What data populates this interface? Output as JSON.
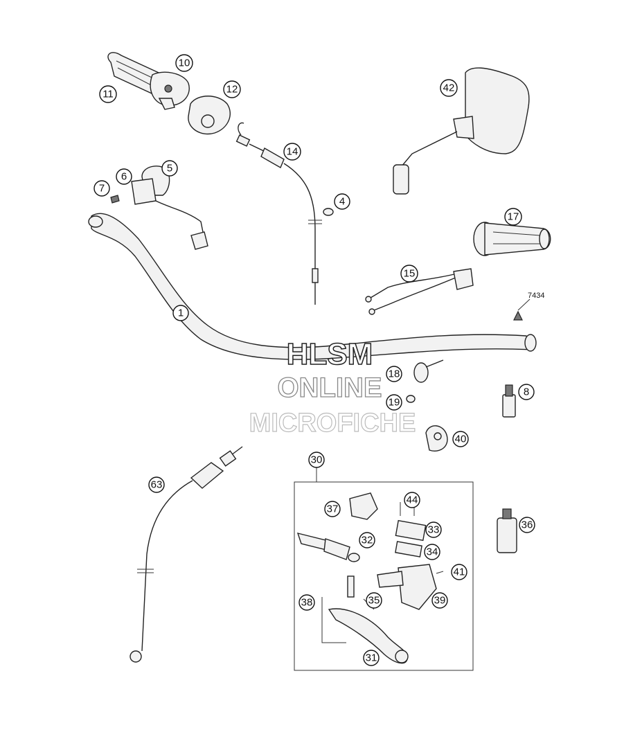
{
  "diagram": {
    "reference_code": "7434",
    "callouts": [
      {
        "id": "c1",
        "label": "1"
      },
      {
        "id": "c4",
        "label": "4"
      },
      {
        "id": "c5",
        "label": "5"
      },
      {
        "id": "c6",
        "label": "6"
      },
      {
        "id": "c7",
        "label": "7"
      },
      {
        "id": "c8",
        "label": "8"
      },
      {
        "id": "c10",
        "label": "10"
      },
      {
        "id": "c11",
        "label": "11"
      },
      {
        "id": "c12",
        "label": "12"
      },
      {
        "id": "c14",
        "label": "14"
      },
      {
        "id": "c15",
        "label": "15"
      },
      {
        "id": "c17",
        "label": "17"
      },
      {
        "id": "c18",
        "label": "18"
      },
      {
        "id": "c19",
        "label": "19"
      },
      {
        "id": "c30",
        "label": "30"
      },
      {
        "id": "c31",
        "label": "31"
      },
      {
        "id": "c32",
        "label": "32"
      },
      {
        "id": "c33",
        "label": "33"
      },
      {
        "id": "c34",
        "label": "34"
      },
      {
        "id": "c35",
        "label": "35"
      },
      {
        "id": "c36",
        "label": "36"
      },
      {
        "id": "c37",
        "label": "37"
      },
      {
        "id": "c38",
        "label": "38"
      },
      {
        "id": "c39",
        "label": "39"
      },
      {
        "id": "c40",
        "label": "40"
      },
      {
        "id": "c41",
        "label": "41"
      },
      {
        "id": "c42",
        "label": "42"
      },
      {
        "id": "c44",
        "label": "44"
      },
      {
        "id": "c63",
        "label": "63"
      }
    ]
  },
  "watermark": {
    "line1": "HLSM",
    "line2": "ONLINE",
    "line3": "MICROFICHE"
  }
}
